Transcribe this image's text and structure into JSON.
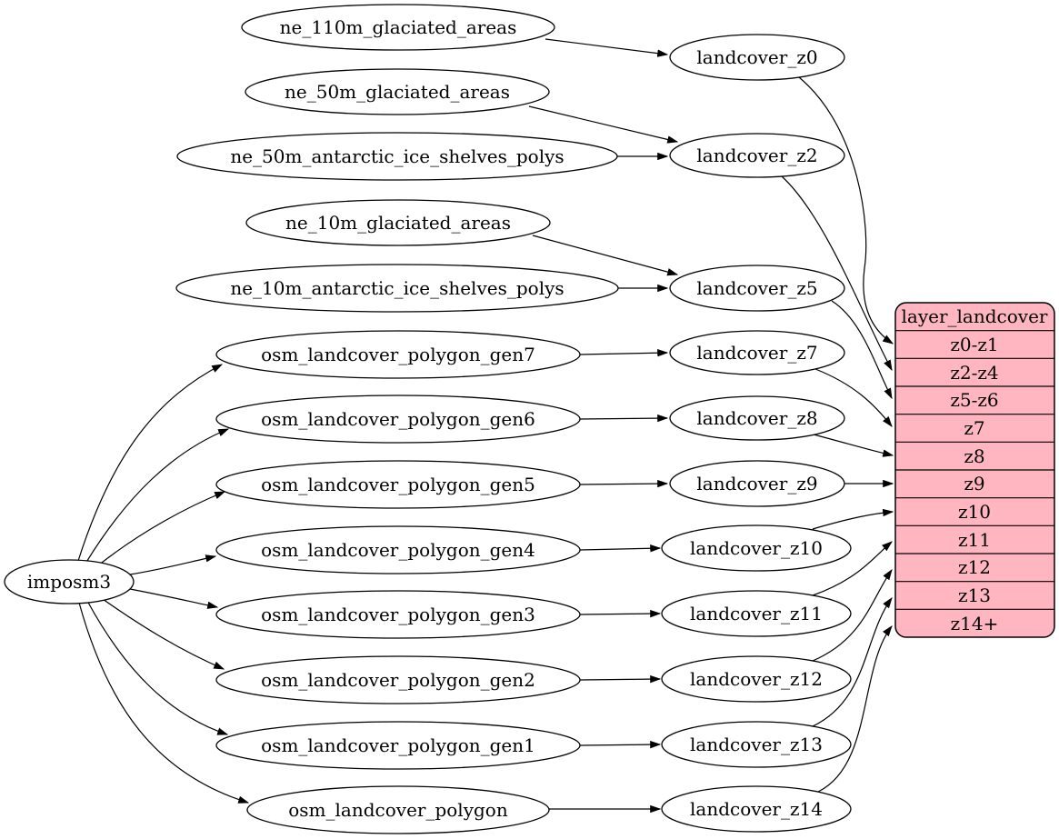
{
  "diagram": {
    "background": "#ffffff",
    "edge_color": "#000000",
    "node_fill": "#ffffff",
    "node_stroke": "#000000",
    "importer": {
      "label": "imposm3"
    },
    "sources": [
      {
        "label": "ne_110m_glaciated_areas"
      },
      {
        "label": "ne_50m_glaciated_areas"
      },
      {
        "label": "ne_50m_antarctic_ice_shelves_polys"
      },
      {
        "label": "ne_10m_glaciated_areas"
      },
      {
        "label": "ne_10m_antarctic_ice_shelves_polys"
      },
      {
        "label": "osm_landcover_polygon_gen7"
      },
      {
        "label": "osm_landcover_polygon_gen6"
      },
      {
        "label": "osm_landcover_polygon_gen5"
      },
      {
        "label": "osm_landcover_polygon_gen4"
      },
      {
        "label": "osm_landcover_polygon_gen3"
      },
      {
        "label": "osm_landcover_polygon_gen2"
      },
      {
        "label": "osm_landcover_polygon_gen1"
      },
      {
        "label": "osm_landcover_polygon"
      }
    ],
    "generalized": [
      {
        "label": "landcover_z0"
      },
      {
        "label": "landcover_z2"
      },
      {
        "label": "landcover_z5"
      },
      {
        "label": "landcover_z7"
      },
      {
        "label": "landcover_z8"
      },
      {
        "label": "landcover_z9"
      },
      {
        "label": "landcover_z10"
      },
      {
        "label": "landcover_z11"
      },
      {
        "label": "landcover_z12"
      },
      {
        "label": "landcover_z13"
      },
      {
        "label": "landcover_z14"
      }
    ],
    "layer_table": {
      "title": "layer_landcover",
      "fill": "#ffb6c1",
      "rows": [
        {
          "label": "z0-z1"
        },
        {
          "label": "z2-z4"
        },
        {
          "label": "z5-z6"
        },
        {
          "label": "z7"
        },
        {
          "label": "z8"
        },
        {
          "label": "z9"
        },
        {
          "label": "z10"
        },
        {
          "label": "z11"
        },
        {
          "label": "z12"
        },
        {
          "label": "z13"
        },
        {
          "label": "z14+"
        }
      ]
    }
  }
}
